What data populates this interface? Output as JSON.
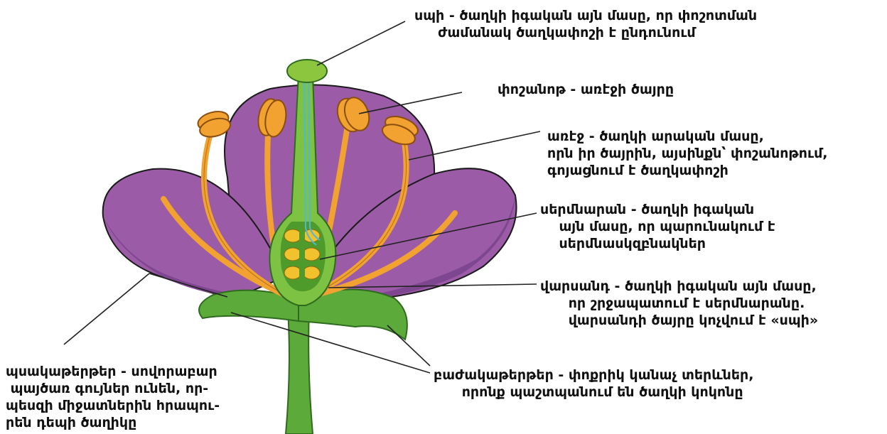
{
  "colors": {
    "petal": "#9B5BA6",
    "petal_dark": "#7E4690",
    "stamen": "#F2A230",
    "pistil": "#7DC242",
    "pistil_dark": "#4E9A2A",
    "sepal": "#5BAA3A",
    "pollen_tube": "#4FB8D8",
    "ovule": "#F2C12E",
    "line": "#222222"
  },
  "labels": {
    "stigma": "սպի - ծաղկի իգական այն մասը, որ փոշոտման\n     ժամանակ ծաղկափոշի է ընդունում",
    "anther": "փոշանոթ - առէջի ծայրը",
    "stamen": "առէջ - ծաղկի արական մասը,\nորն իր ծայրին, այսինքն՝ փոշանոթում,\nգոյացնում է ծաղկափոշի",
    "ovary": "սերմնարան - ծաղկի իգական\n    այն մասը, որ պարունակում է\n    սերմնասկզբնակներ",
    "pistil": "վարսանդ - ծաղկի իգական այն մասը,\n      որ շրջապատում է սերմնարանը.\n      վարսանդի ծայրը կոչվում է «սպի»",
    "petals": "պսակաթերթեր - սովորաբար\n պայծառ գույներ ունեն, որ-\nպեսզի միջատներին հրապու-\nրեն դեպի ծաղիկը",
    "sepals": "բաժակաթերթեր - փոքրիկ կանաչ տերևներ,\n      որոնք պաշտպանում են ծաղկի կոկոնը"
  },
  "icons": {
    "flower": "flower-illustration"
  }
}
